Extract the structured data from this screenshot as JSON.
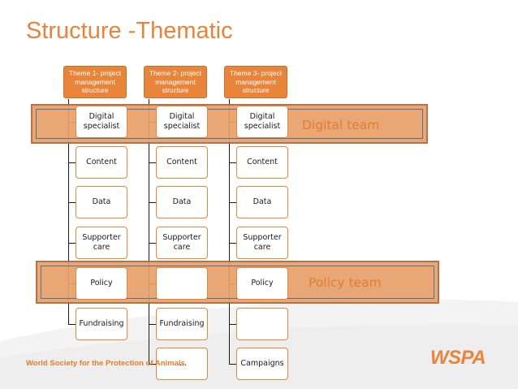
{
  "title": "Structure -Thematic",
  "themes": [
    {
      "header": "Theme 1- project management structure",
      "boxes": [
        "Digital specialist",
        "Content",
        "Data",
        "Supporter care",
        "Policy",
        "Fundraising"
      ]
    },
    {
      "header": "Theme 2- project management structure",
      "boxes": [
        "Digital specialist",
        "Content",
        "Data",
        "Supporter care",
        "",
        "Fundraising",
        "...."
      ]
    },
    {
      "header": "Theme 3- project management structure",
      "boxes": [
        "Digital specialist",
        "Content",
        "Data",
        "Supporter care",
        "Policy",
        "",
        "Campaigns"
      ]
    }
  ],
  "teams": {
    "digital": "Digital team",
    "policy": "Policy team"
  },
  "footer": "World Society for the Protection of Animals",
  "logo_text": "WSPA",
  "colors": {
    "accent": "#e8853b",
    "team_band": "#e8a06b",
    "title": "#e8843a"
  }
}
